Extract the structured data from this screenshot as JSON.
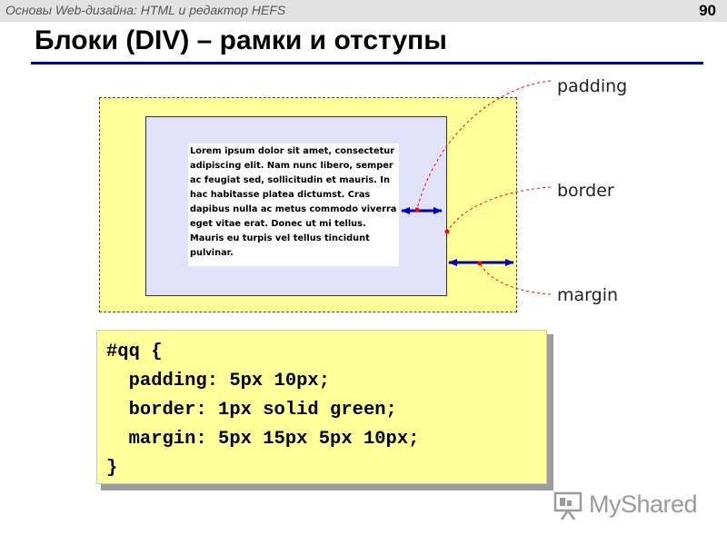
{
  "header": {
    "course": "Основы Web-дизайна: HTML и редактор HEFS",
    "page_number": "90"
  },
  "slide": {
    "title": "Блоки (DIV) – рамки и отступы"
  },
  "diagram": {
    "lorem_text": "Lorem ipsum dolor sit amet, consectetur\nadipiscing elit. Nam nunc libero, semper\nac feugiat sed, sollicitudin et mauris. In\nhac habitasse platea dictumst. Cras\ndapibus nulla ac metus commodo viverra\neget vitae erat. Donec ut mi tellus.\nMauris eu turpis vel tellus tincidunt\npulvinar.",
    "labels": {
      "padding": "padding",
      "border": "border",
      "margin": "margin"
    },
    "colors": {
      "margin_fill": "#ffff99",
      "padding_fill": "#e1e1fa",
      "content_fill": "#ffffff",
      "arrow": "#0000aa",
      "leader_line": "#ff0000"
    }
  },
  "code": {
    "text": "#qq {\n  padding: 5px 10px;\n  border: 1px solid green;\n  margin: 5px 15px 5px 10px;\n}"
  },
  "logo": {
    "text": "MyShared",
    "icon": "presentation-board-icon"
  }
}
